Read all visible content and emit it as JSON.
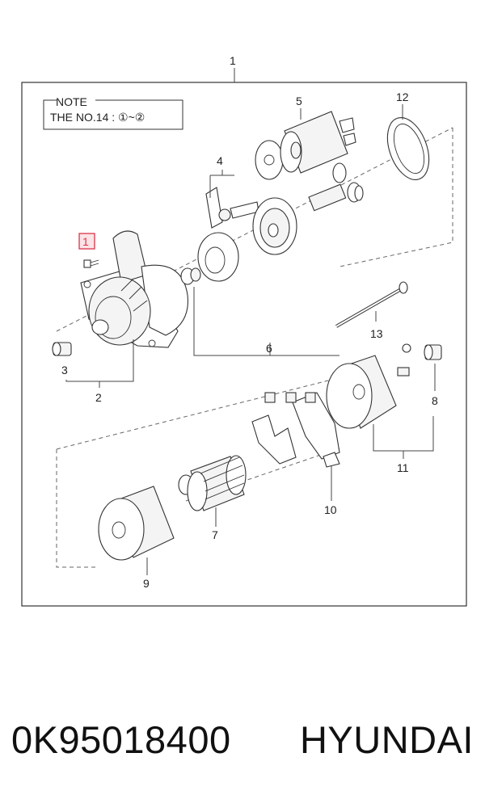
{
  "diagram": {
    "assembly_number": "1",
    "note": {
      "heading": "NOTE",
      "text": "THE NO.14 : ①~②"
    },
    "highlight_marker": "1",
    "callouts": {
      "c2": "2",
      "c3": "3",
      "c4": "4",
      "c5": "5",
      "c6": "6",
      "c7": "7",
      "c8": "8",
      "c9": "9",
      "c10": "10",
      "c11": "11",
      "c12": "12",
      "c13": "13"
    },
    "highlight_color": "#d9364a"
  },
  "caption": {
    "part_number": "0K95018400",
    "brand": "HYUNDAI"
  }
}
